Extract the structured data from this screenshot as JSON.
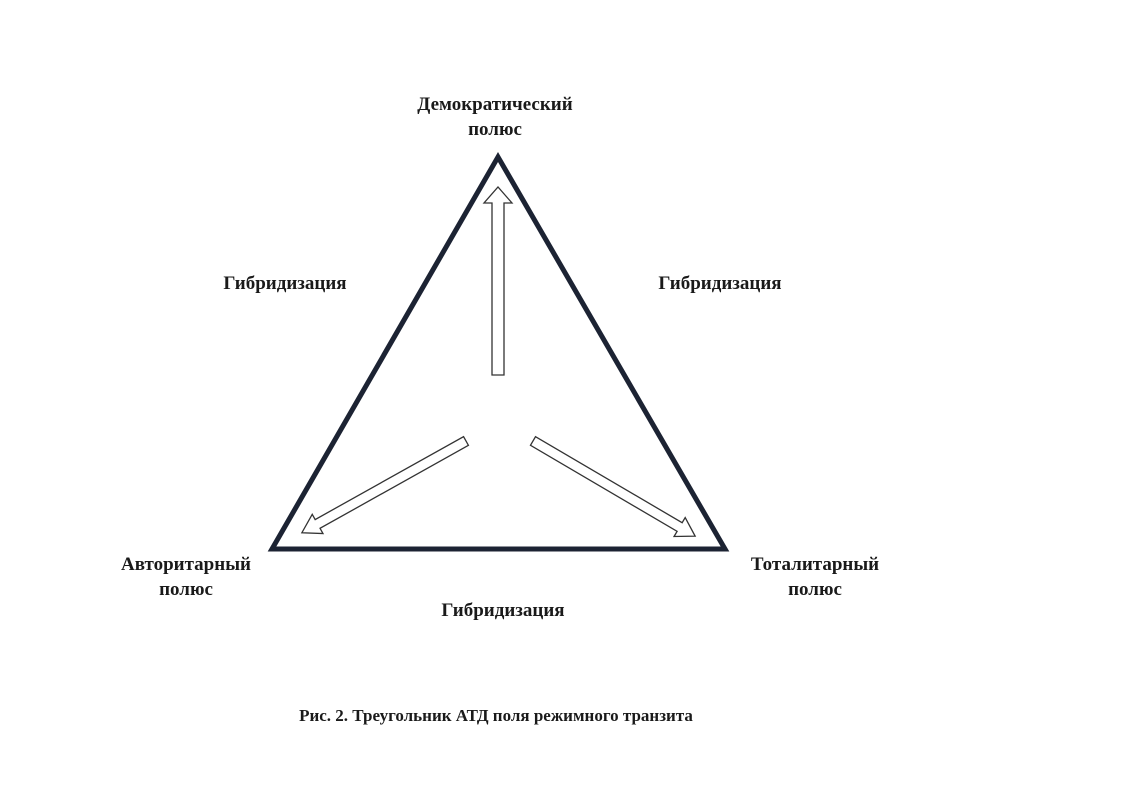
{
  "poles": {
    "democratic": [
      "Демократический",
      "полюс"
    ],
    "authoritarian": [
      "Авторитарный",
      "полюс"
    ],
    "totalitarian": [
      "Тоталитарный",
      "полюс"
    ]
  },
  "hybridization": {
    "left": "Гибридизация",
    "right": "Гибридизация",
    "bottom": "Гибридизация"
  },
  "caption": "Рис. 2. Треугольник АТД поля режимного транзита",
  "colors": {
    "triangle_stroke": "#1c2333",
    "arrow_stroke": "#333333",
    "text": "#1a1a1a"
  }
}
